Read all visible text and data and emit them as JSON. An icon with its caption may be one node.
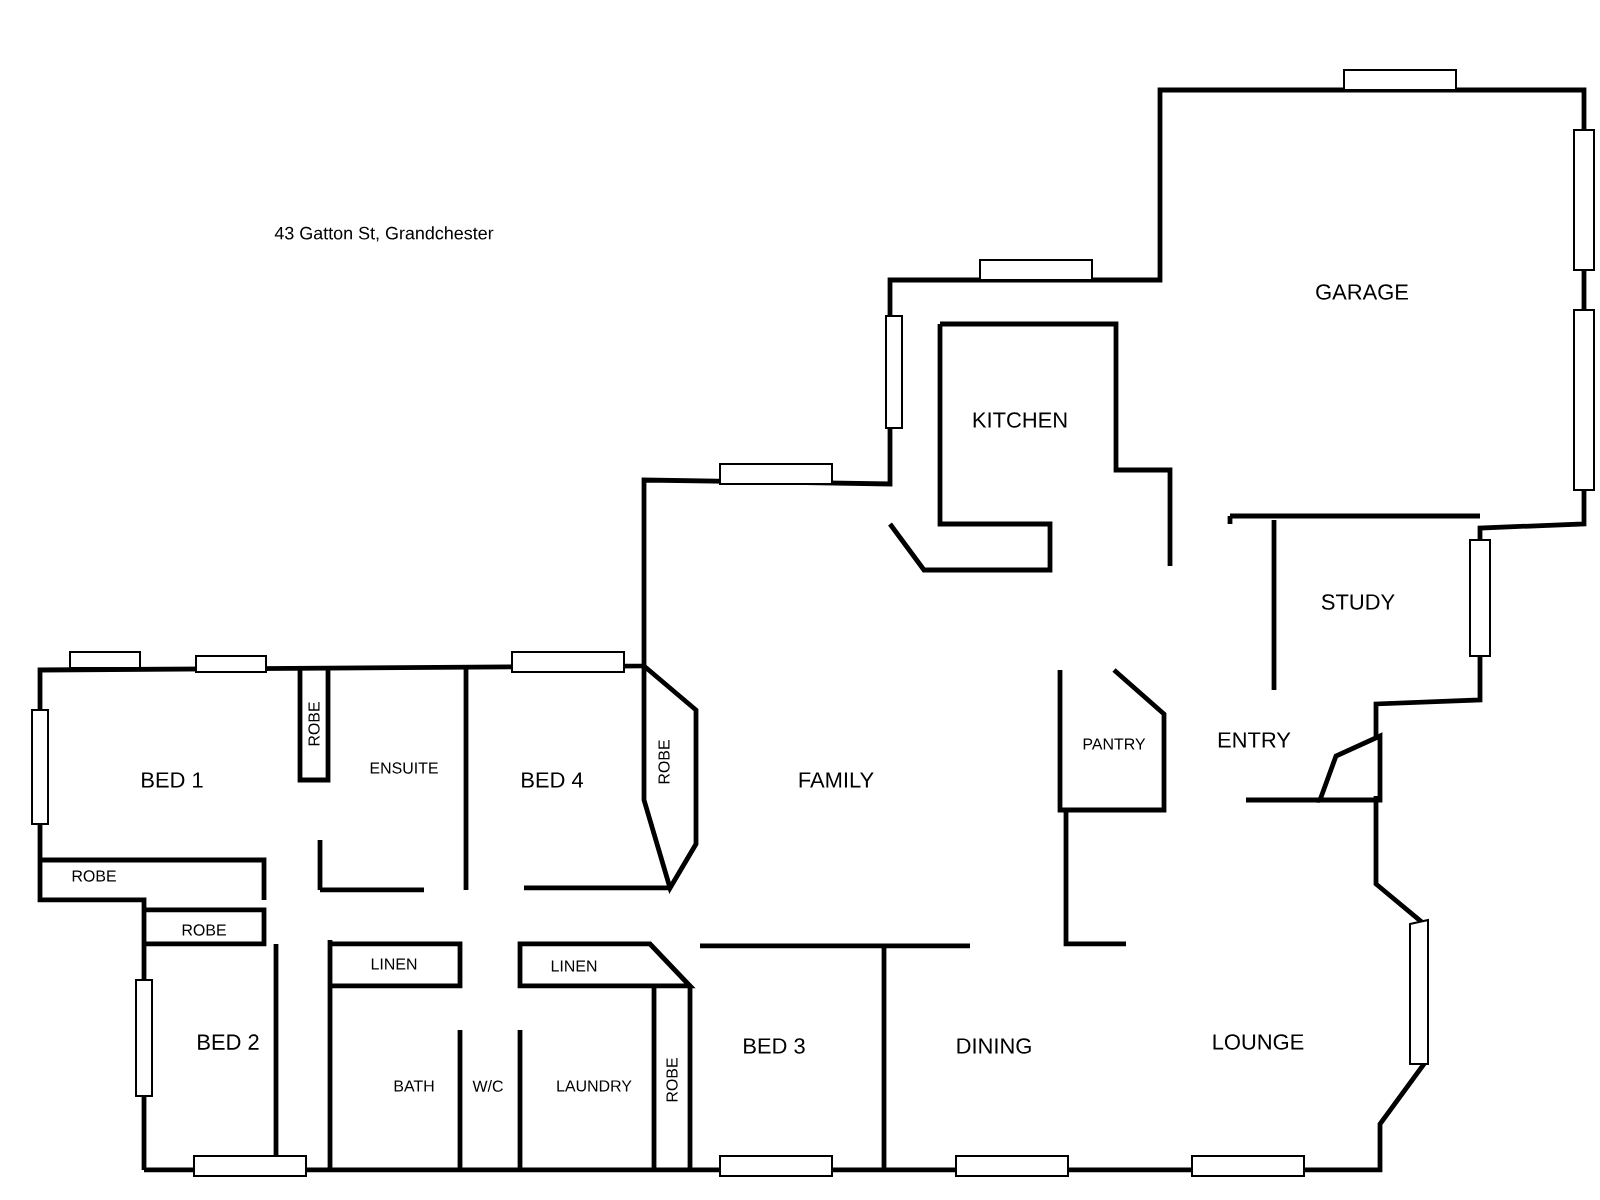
{
  "diagram": {
    "labels": [
      "43 Gatton St, Grandchester",
      "GARAGE",
      "KITCHEN",
      "STUDY",
      "ROBE",
      "ENSUITE",
      "BED 4",
      "ROBE",
      "FAMILY",
      "PANTRY",
      "ENTRY",
      "BED 1",
      "ROBE",
      "ROBE",
      "LINEN",
      "LINEN",
      "BED 2",
      "BATH",
      "W/C",
      "LAUNDRY",
      "ROBE",
      "BED 3",
      "DINING",
      "LOUNGE"
    ]
  }
}
